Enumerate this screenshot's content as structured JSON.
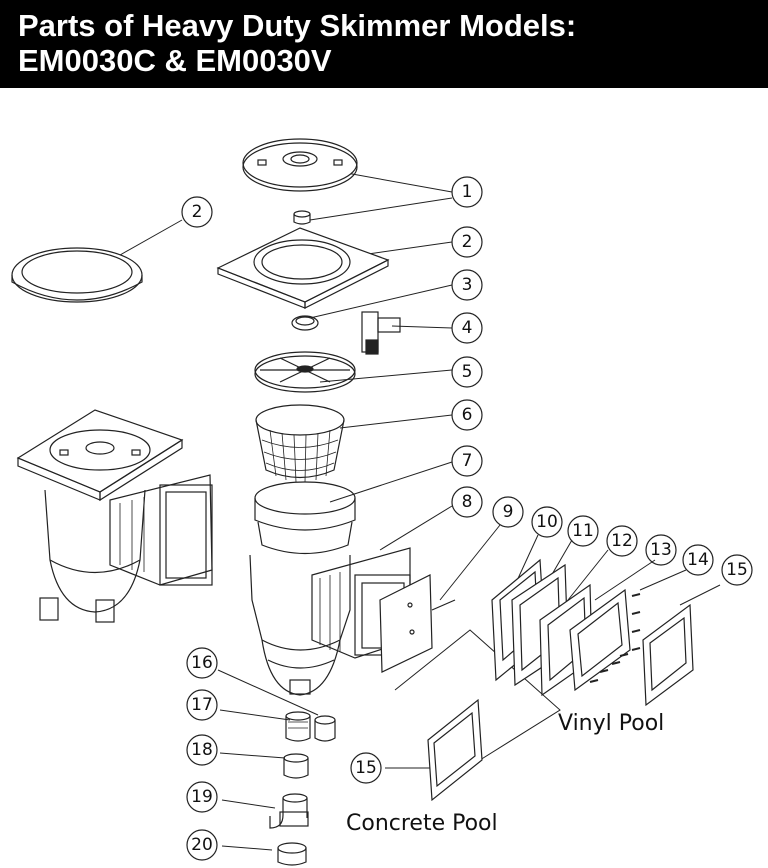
{
  "header": {
    "title_line1": "Parts of Heavy Duty Skimmer Models:",
    "title_line2": "EM0030C & EM0030V",
    "background": "#000000",
    "text_color": "#ffffff"
  },
  "callouts": [
    {
      "id": "c1a",
      "label": "1"
    },
    {
      "id": "c2a",
      "label": "2"
    },
    {
      "id": "c2b",
      "label": "2"
    },
    {
      "id": "c3",
      "label": "3"
    },
    {
      "id": "c4",
      "label": "4"
    },
    {
      "id": "c5",
      "label": "5"
    },
    {
      "id": "c6",
      "label": "6"
    },
    {
      "id": "c7",
      "label": "7"
    },
    {
      "id": "c8",
      "label": "8"
    },
    {
      "id": "c9",
      "label": "9"
    },
    {
      "id": "c10",
      "label": "10"
    },
    {
      "id": "c11",
      "label": "11"
    },
    {
      "id": "c12",
      "label": "12"
    },
    {
      "id": "c13",
      "label": "13"
    },
    {
      "id": "c14",
      "label": "14"
    },
    {
      "id": "c15a",
      "label": "15"
    },
    {
      "id": "c15b",
      "label": "15"
    },
    {
      "id": "c16",
      "label": "16"
    },
    {
      "id": "c17",
      "label": "17"
    },
    {
      "id": "c18",
      "label": "18"
    },
    {
      "id": "c19",
      "label": "19"
    },
    {
      "id": "c20",
      "label": "20"
    }
  ],
  "labels": {
    "vinyl_pool": "Vinyl Pool",
    "concrete_pool": "Concrete Pool"
  }
}
